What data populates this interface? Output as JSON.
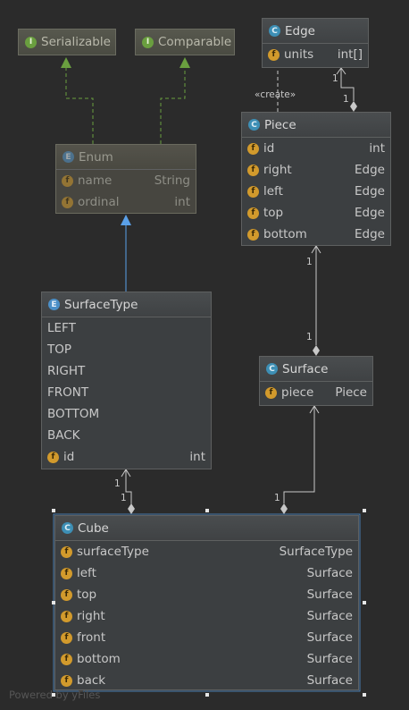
{
  "diagram": {
    "serializable": {
      "name": "Serializable",
      "icon": "I"
    },
    "comparable": {
      "name": "Comparable",
      "icon": "I"
    },
    "edge": {
      "name": "Edge",
      "icon": "C",
      "fields": [
        {
          "name": "units",
          "type": "int[]"
        }
      ]
    },
    "enum": {
      "name": "Enum",
      "icon": "E",
      "fields": [
        {
          "name": "name",
          "type": "String"
        },
        {
          "name": "ordinal",
          "type": "int"
        }
      ]
    },
    "piece": {
      "name": "Piece",
      "icon": "C",
      "fields": [
        {
          "name": "id",
          "type": "int"
        },
        {
          "name": "right",
          "type": "Edge"
        },
        {
          "name": "left",
          "type": "Edge"
        },
        {
          "name": "top",
          "type": "Edge"
        },
        {
          "name": "bottom",
          "type": "Edge"
        }
      ]
    },
    "surfacetype": {
      "name": "SurfaceType",
      "icon": "E",
      "constants": [
        "LEFT",
        "TOP",
        "RIGHT",
        "FRONT",
        "BOTTOM",
        "BACK"
      ],
      "fields": [
        {
          "name": "id",
          "type": "int"
        }
      ]
    },
    "surface": {
      "name": "Surface",
      "icon": "C",
      "fields": [
        {
          "name": "piece",
          "type": "Piece"
        }
      ]
    },
    "cube": {
      "name": "Cube",
      "icon": "C",
      "fields": [
        {
          "name": "surfaceType",
          "type": "SurfaceType"
        },
        {
          "name": "left",
          "type": "Surface"
        },
        {
          "name": "top",
          "type": "Surface"
        },
        {
          "name": "right",
          "type": "Surface"
        },
        {
          "name": "front",
          "type": "Surface"
        },
        {
          "name": "bottom",
          "type": "Surface"
        },
        {
          "name": "back",
          "type": "Surface"
        }
      ]
    },
    "labels": {
      "create": "«create»",
      "edge_piece_top": "1",
      "edge_piece_bottom": "1",
      "piece_surface_top": "1",
      "piece_surface_bottom": "1",
      "surfacetype_cube_top": "1",
      "surfacetype_cube_bottom": "1",
      "surface_cube": "1"
    },
    "footer": "Powered by yFiles",
    "colors": {
      "background": "#2b2b2b",
      "class_icon": "#3d8fb5",
      "interface_icon": "#6a9f3f",
      "field_icon": "#d29a2c",
      "inheritance_arrow": "#5aa0e8",
      "implements_arrow": "#6a9f3f",
      "selection": "#4a7db0"
    }
  }
}
